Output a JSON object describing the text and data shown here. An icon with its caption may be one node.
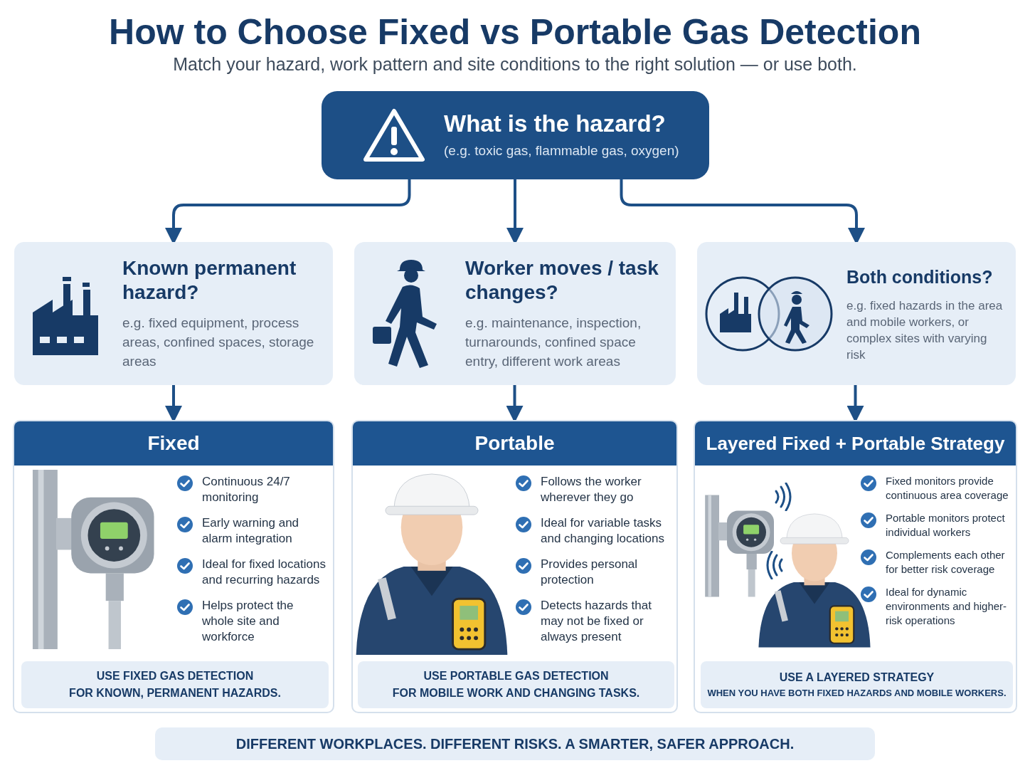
{
  "diagram": {
    "title": "How to Choose Fixed vs Portable Gas Detection",
    "caption": "Match your hazard, work pattern and site conditions to the right solution — or use both.",
    "nodes": [
      {
        "text": [
          "What is the hazard?",
          "(e.g. toxic gas, flammable gas, oxygen)"
        ]
      },
      {
        "text": [
          "Known permanent hazard?",
          "e.g. fixed equipment, process areas, confined spaces, storage areas"
        ]
      },
      {
        "text": [
          "Worker moves / task changes?",
          "e.g. maintenance, inspection, turnarounds, confined space entry, different work areas"
        ]
      },
      {
        "text": [
          "Both conditions?",
          "e.g. fixed hazards in the area and mobile workers, or complex sites with varying risk"
        ]
      },
      {
        "text": [
          "Fixed",
          "Continuous 24/7 monitoring",
          "Early warning and alarm integration",
          "Ideal for fixed locations and recurring hazards",
          "Helps protect the whole site and workforce"
        ]
      },
      {
        "text": [
          "USE FIXED GAS DETECTION",
          "FOR KNOWN, PERMANENT HAZARDS."
        ],
        "in": 4
      },
      {
        "text": [
          "Portable",
          "Follows the worker wherever they go",
          "Ideal for variable tasks and changing locations",
          "Provides personal protection",
          "Detects hazards that may not be fixed or always present"
        ]
      },
      {
        "text": [
          "USE PORTABLE GAS DETECTION",
          "FOR MOBILE WORK AND CHANGING TASKS."
        ],
        "in": 6
      },
      {
        "text": [
          "Layered Fixed + Portable Strategy",
          "Fixed monitors provide continuous area coverage",
          "Portable monitors protect individual workers",
          "Complements each other for better risk coverage",
          "Ideal for dynamic environments and higher-risk operations"
        ]
      },
      {
        "text": [
          "USE A LAYERED STRATEGY",
          "WHEN YOU HAVE BOTH FIXED HAZARDS AND MOBILE WORKERS."
        ],
        "in": 8
      },
      {
        "text": [
          "DIFFERENT WORKPLACES. DIFFERENT RISKS. A SMARTER, SAFER APPROACH."
        ]
      }
    ],
    "edges": [
      {
        "from": 0,
        "to": 1,
        "arrow": "to"
      },
      {
        "from": 0,
        "to": 2,
        "arrow": "to"
      },
      {
        "from": 0,
        "to": 3,
        "arrow": "to"
      },
      {
        "from": 1,
        "to": 4,
        "arrow": "to"
      },
      {
        "from": 2,
        "to": 6,
        "arrow": "to"
      },
      {
        "from": 3,
        "to": 8,
        "arrow": "to"
      }
    ]
  }
}
